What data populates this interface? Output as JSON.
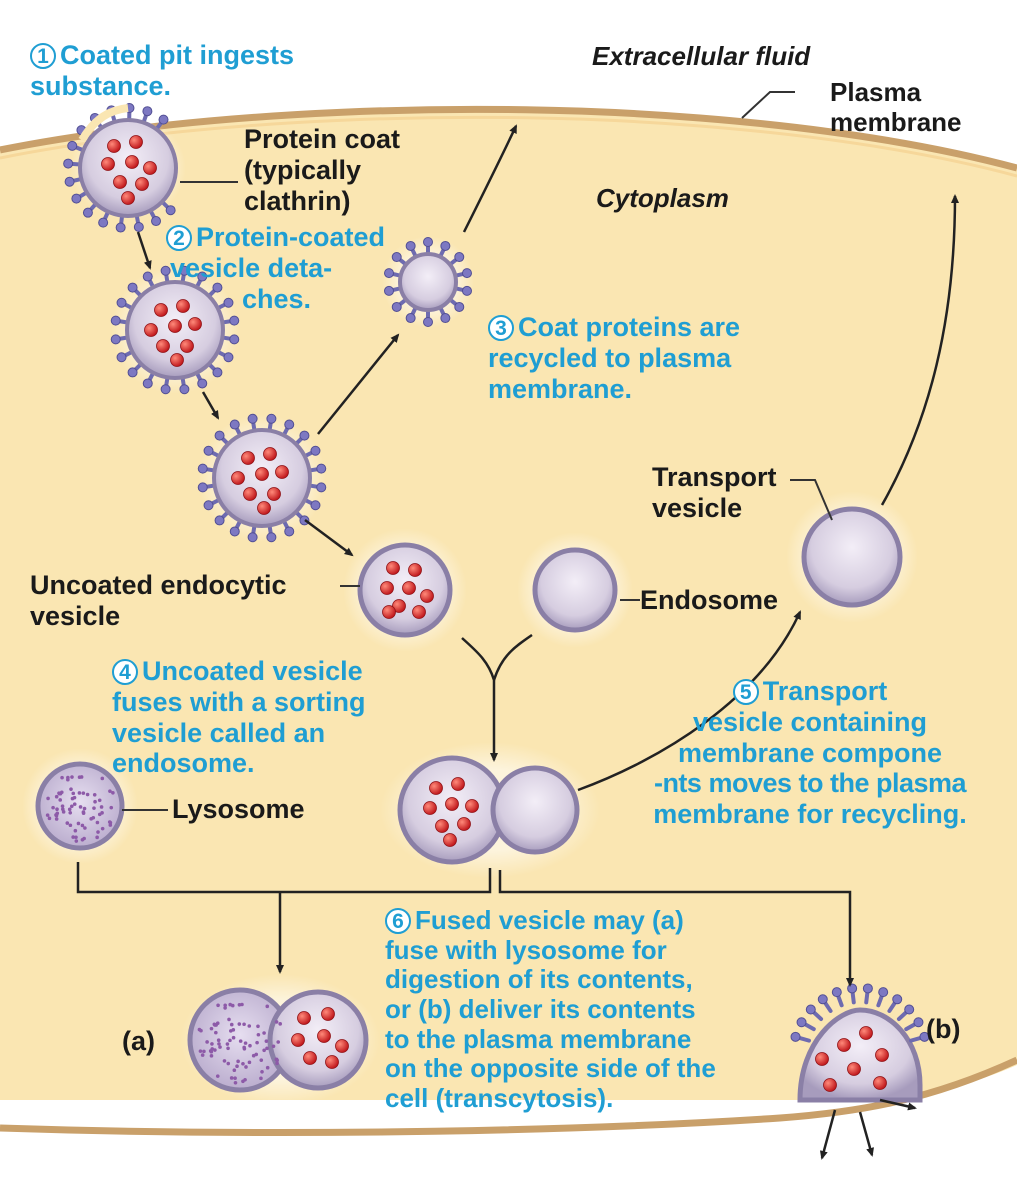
{
  "colors": {
    "cytoplasm": "#fae6b2",
    "membrane": "#b98a52",
    "vesicle_fill": "#d8d0e1",
    "vesicle_ring": "#8a7fa6",
    "coat": "#6e6bb0",
    "cargo": "#d8262a",
    "step_text": "#1f9ed3",
    "label_text": "#1a1a1a"
  },
  "region_labels": {
    "extracellular": "Extracellular fluid",
    "cytoplasm": "Cytoplasm"
  },
  "steps": [
    {
      "num": "1",
      "lines": [
        "Coated pit ingests",
        "substance."
      ]
    },
    {
      "num": "2",
      "lines": [
        "Protein-coated",
        "vesicle deta-",
        "ches."
      ]
    },
    {
      "num": "3",
      "lines": [
        "Coat proteins are",
        "recycled to plasma",
        "membrane."
      ]
    },
    {
      "num": "4",
      "lines": [
        "Uncoated vesicle",
        "fuses with a sorting",
        "vesicle called an",
        "endosome."
      ]
    },
    {
      "num": "5",
      "lines": [
        "Transport",
        "vesicle containing",
        "membrane compone",
        "-nts moves to the plasma",
        "membrane for recycling."
      ]
    },
    {
      "num": "6",
      "lines": [
        "Fused vesicle may (a)",
        "fuse with lysosome for",
        "digestion of its contents,",
        "or (b) deliver its contents",
        "to the plasma membrane",
        "on the opposite side of the",
        "cell (transcytosis)."
      ]
    }
  ],
  "labels": {
    "plasma_membrane": [
      "Plasma",
      "membrane"
    ],
    "protein_coat": [
      "Protein coat",
      "(typically",
      "clathrin)"
    ],
    "transport_vesicle": [
      "Transport",
      "vesicle"
    ],
    "uncoated_vesicle": [
      "Uncoated endocytic",
      "vesicle"
    ],
    "endosome": "Endosome",
    "lysosome": "Lysosome",
    "outcome_a": "(a)",
    "outcome_b": "(b)"
  }
}
